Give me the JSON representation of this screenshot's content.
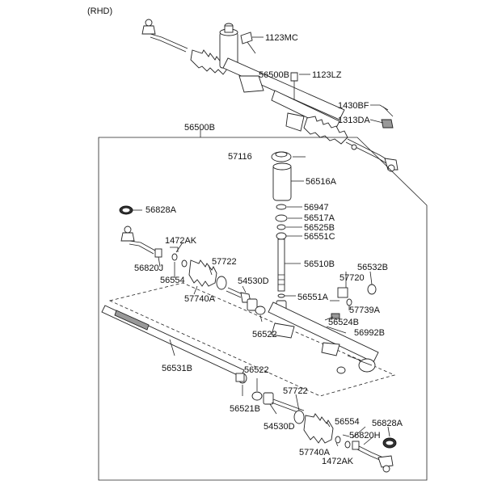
{
  "header": {
    "variant": "(RHD)"
  },
  "labels": {
    "p1123MC": "1123MC",
    "p56500B_top": "56500B",
    "p1123LZ": "1123LZ",
    "p1430BF": "1430BF",
    "p1313DA": "1313DA",
    "p56500B_box": "56500B",
    "p57116": "57116",
    "p56516A": "56516A",
    "p56828A_l": "56828A",
    "p56947": "56947",
    "p56517A": "56517A",
    "p56525B": "56525B",
    "p56551C": "56551C",
    "p1472AK_l": "1472AK",
    "p57722_l": "57722",
    "p56510B": "56510B",
    "p56532B": "56532B",
    "p56820J": "56820J",
    "p56554_l": "56554",
    "p54530D_l": "54530D",
    "p57720": "57720",
    "p57740A_l": "57740A",
    "p56551A": "56551A",
    "p57739A": "57739A",
    "p56524B": "56524B",
    "p56522_l": "56522",
    "p56992B": "56992B",
    "p56531B": "56531B",
    "p56522_r": "56522",
    "p57722_r": "57722",
    "p56521B": "56521B",
    "p56554_r": "56554",
    "p56828A_r": "56828A",
    "p54530D_r": "54530D",
    "p56820H": "56820H",
    "p57740A_r": "57740A",
    "p1472AK_r": "1472AK"
  }
}
